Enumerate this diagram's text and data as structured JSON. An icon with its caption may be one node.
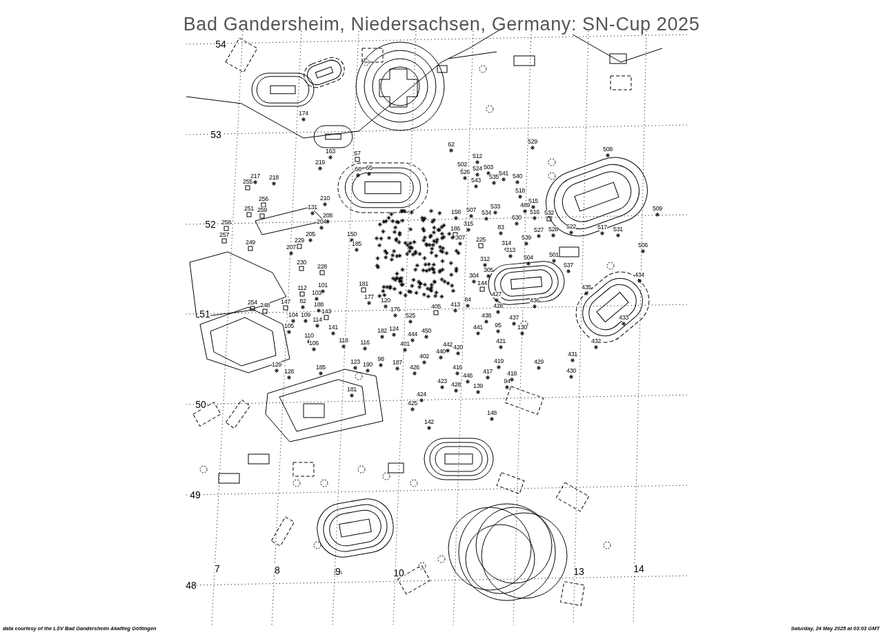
{
  "diagram": {
    "title": "Bad Gandersheim, Niedersachsen, Germany: SN-Cup 2025",
    "labels": [
      "54",
      "53",
      "52",
      "51",
      "50",
      "49",
      "48",
      "7",
      "8",
      "9",
      "10",
      "13",
      "14",
      "174",
      "529",
      "62",
      "508",
      "163",
      "67",
      "512",
      "219",
      "502",
      "503",
      "524",
      "65",
      "66",
      "526",
      "541",
      "217",
      "540",
      "535",
      "218",
      "543",
      "255",
      "518",
      "210",
      "256",
      "515",
      "489",
      "533",
      "131",
      "251",
      "509",
      "259",
      "507",
      "516",
      "534",
      "158",
      "532",
      "208",
      "630",
      "258",
      "204",
      "315",
      "522",
      "83",
      "517",
      "186",
      "528",
      "531",
      "527",
      "205",
      "150",
      "257",
      "307",
      "539",
      "225",
      "229",
      "249",
      "314",
      "185",
      "506",
      "207",
      "313",
      "501",
      "504",
      "312",
      "230",
      "537",
      "228",
      "305",
      "434",
      "304",
      "144",
      "181",
      "101",
      "435",
      "112",
      "103",
      "427",
      "177",
      "84",
      "436",
      "120",
      "82",
      "147",
      "254",
      "413",
      "188",
      "248",
      "428",
      "405",
      "176",
      "143",
      "104",
      "109",
      "525",
      "438",
      "437",
      "433",
      "114",
      "95",
      "105",
      "141",
      "441",
      "130",
      "124",
      "182",
      "450",
      "444",
      "110",
      "118",
      "421",
      "432",
      "116",
      "106",
      "401",
      "442",
      "420",
      "440",
      "431",
      "402",
      "98",
      "419",
      "123",
      "429",
      "187",
      "185",
      "129",
      "190",
      "426",
      "416",
      "430",
      "128",
      "417",
      "418",
      "446",
      "423",
      "94",
      "428",
      "139",
      "181",
      "424",
      "425",
      "148",
      "142",
      "data courtesy of the LSV Bad Gandersheim Akaflieg Göttingen",
      "Saturday, 24 May 2025 at 03:03 GMT"
    ]
  }
}
